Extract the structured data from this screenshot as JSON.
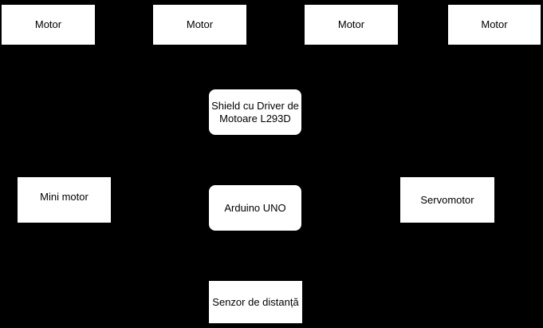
{
  "colors": {
    "background": "#000000",
    "node_fill": "#ffffff",
    "node_border": "#000000",
    "node_text": "#000000"
  },
  "diagram": {
    "nodes": [
      {
        "id": "motor-1",
        "label": "Motor"
      },
      {
        "id": "motor-2",
        "label": "Motor"
      },
      {
        "id": "motor-3",
        "label": "Motor"
      },
      {
        "id": "motor-4",
        "label": "Motor"
      },
      {
        "id": "shield-driver-l293d",
        "label": "Shield cu Driver de\nMotoare L293D"
      },
      {
        "id": "mini-motor",
        "label": "Mini motor"
      },
      {
        "id": "arduino-uno",
        "label": "Arduino UNO"
      },
      {
        "id": "servomotor",
        "label": "Servomotor"
      },
      {
        "id": "senzor-distanta",
        "label": "Senzor de distanță"
      }
    ]
  }
}
